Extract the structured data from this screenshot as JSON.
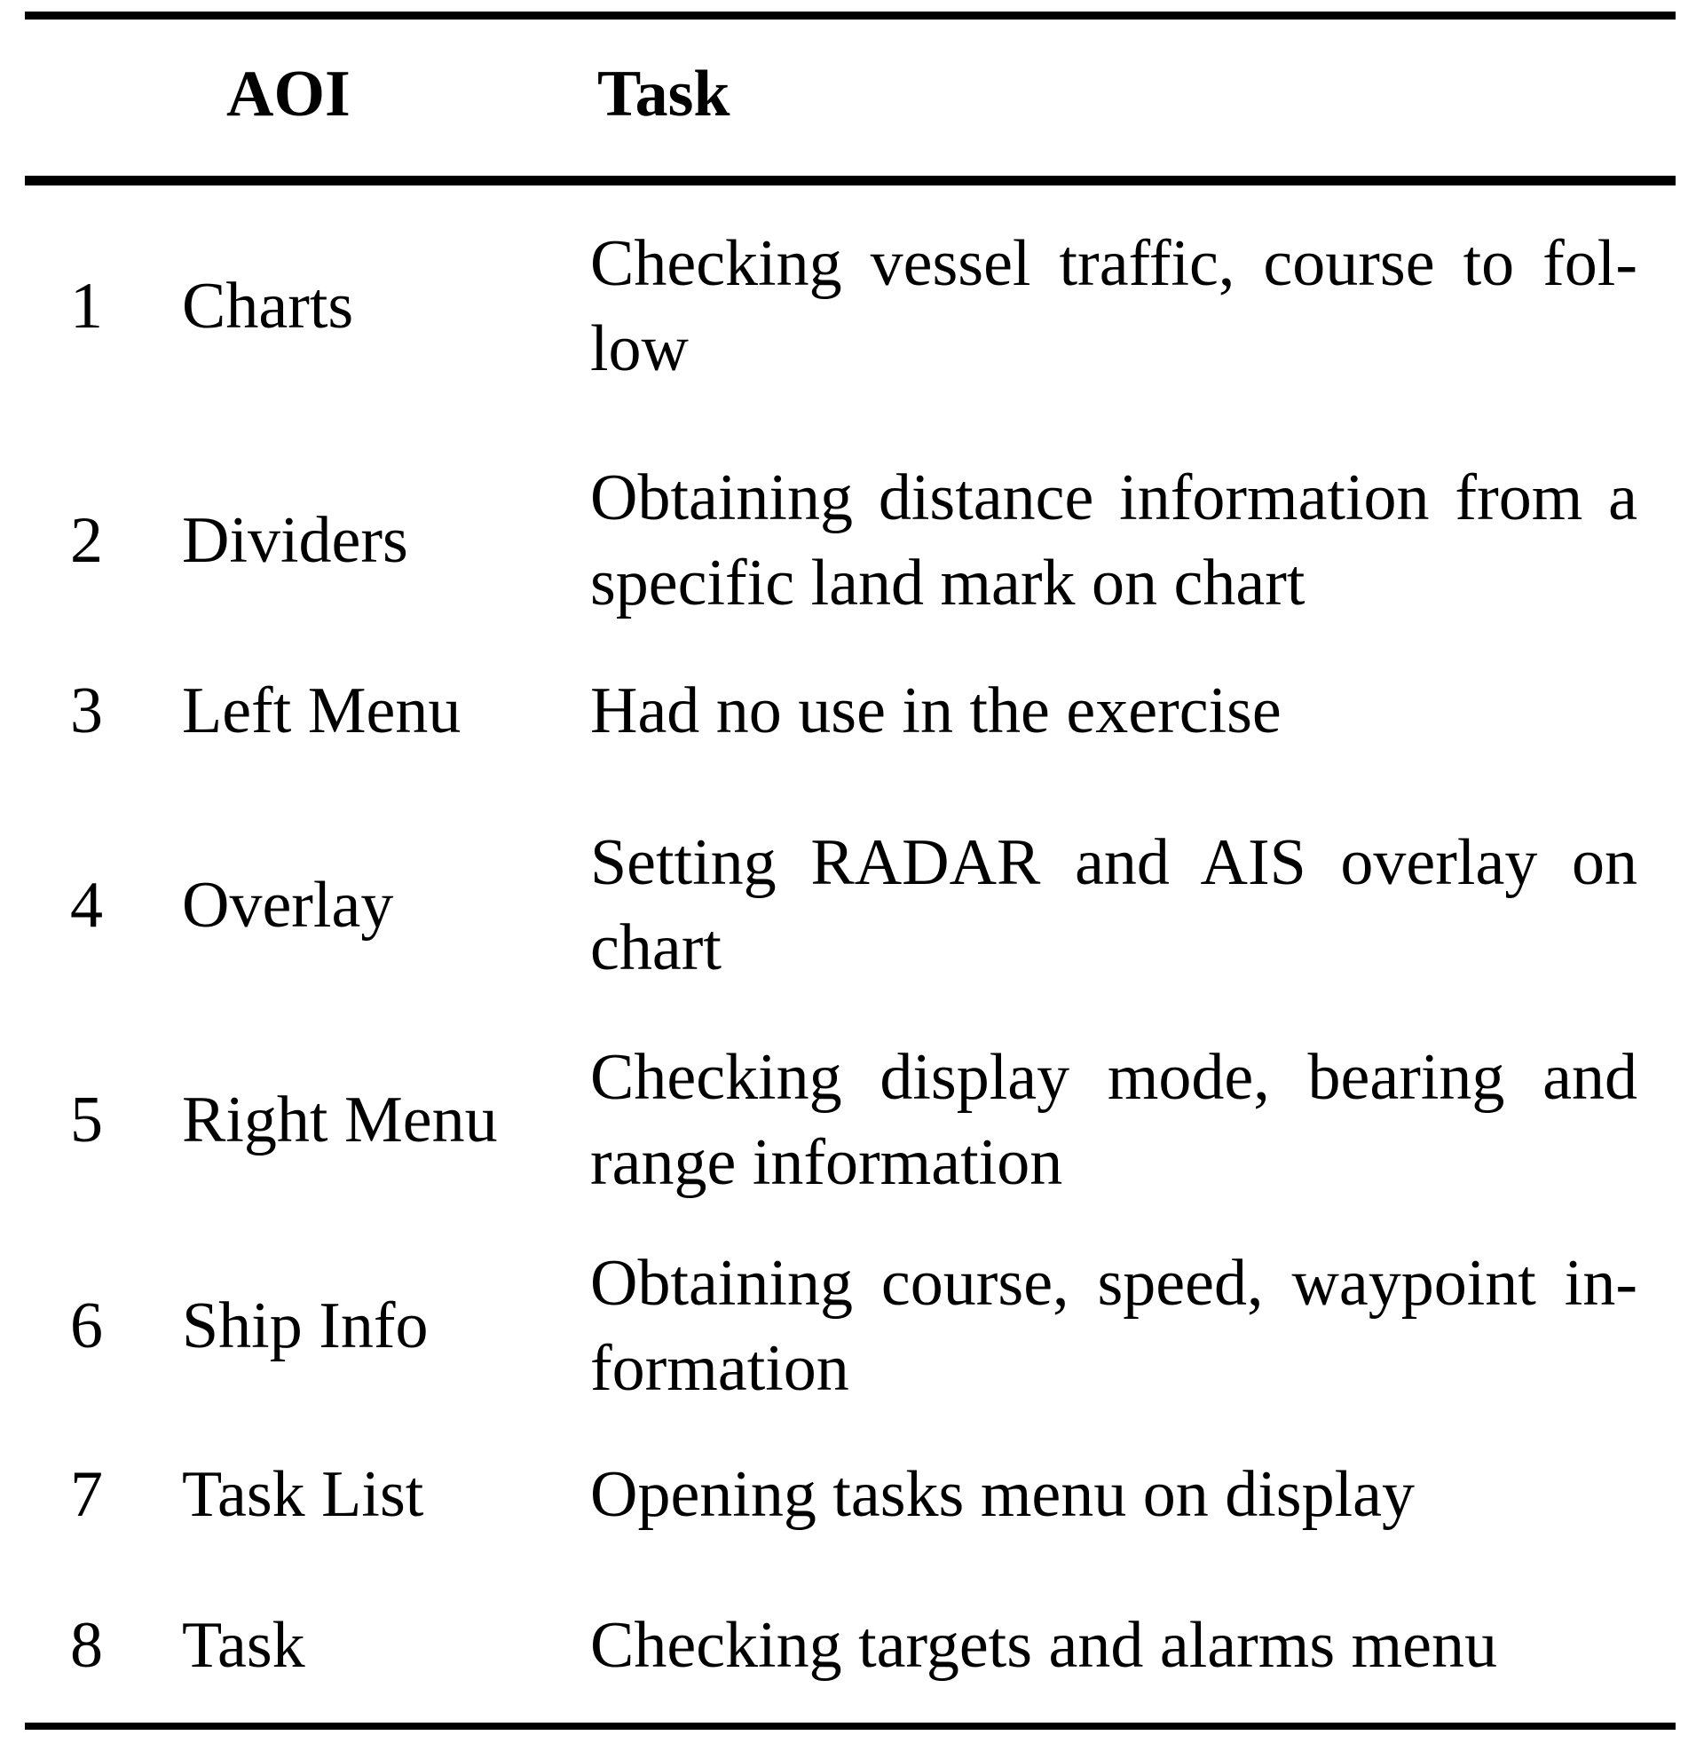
{
  "table": {
    "headers": {
      "aoi": "AOI",
      "task": "Task"
    },
    "rows": [
      {
        "num": "1",
        "aoi": "Charts",
        "task_lines": [
          "Checking vessel traffic, course to fol-",
          "low"
        ]
      },
      {
        "num": "2",
        "aoi": "Dividers",
        "task_lines": [
          "Obtaining distance information from a",
          "specific land mark on chart"
        ]
      },
      {
        "num": "3",
        "aoi": "Left Menu",
        "task_lines": [
          "Had no use in the exercise"
        ]
      },
      {
        "num": "4",
        "aoi": "Overlay",
        "task_lines": [
          "Setting RADAR and AIS overlay on",
          "chart"
        ]
      },
      {
        "num": "5",
        "aoi": "Right Menu",
        "task_lines": [
          "Checking display mode, bearing and",
          "range information"
        ]
      },
      {
        "num": "6",
        "aoi": "Ship Info",
        "task_lines": [
          "Obtaining course, speed, waypoint in-",
          "formation"
        ]
      },
      {
        "num": "7",
        "aoi": "Task List",
        "task_lines": [
          "Opening tasks menu on display"
        ]
      },
      {
        "num": "8",
        "aoi": "Task",
        "task_lines": [
          "Checking targets and alarms menu"
        ]
      }
    ]
  }
}
